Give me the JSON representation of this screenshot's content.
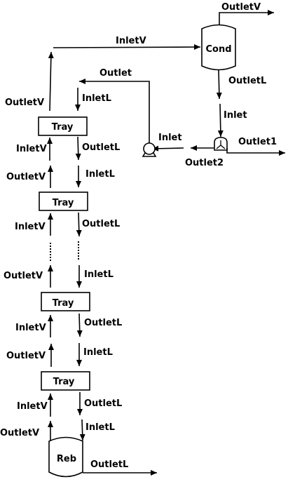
{
  "condenser": {
    "label": "Cond",
    "inlet_label": "InletV",
    "outlet_v_label": "OutletV",
    "outlet_l_label": "OutletL"
  },
  "splitter": {
    "inlet_label": "Inlet",
    "outlet1_label": "Outlet1",
    "outlet2_label": "Outlet2"
  },
  "pump": {
    "inlet_label": "Inlet",
    "outlet_label": "Outlet"
  },
  "trays": [
    {
      "label": "Tray",
      "outlet_v": "OutletV",
      "inlet_l": "InletL",
      "inlet_v": "InletV",
      "outlet_l": "OutletL"
    },
    {
      "label": "Tray",
      "outlet_v": "OutletV",
      "inlet_l": "InletL",
      "inlet_v": "InletV",
      "outlet_l": "OutletL"
    },
    {
      "label": "Tray",
      "outlet_v": "OutletV",
      "inlet_l": "InletL",
      "inlet_v": "InletV",
      "outlet_l": "OutletL"
    },
    {
      "label": "Tray",
      "outlet_v": "OutletV",
      "inlet_l": "InletL",
      "inlet_v": "InletV",
      "outlet_l": "OutletL"
    }
  ],
  "reboiler": {
    "label": "Reb",
    "outlet_v_label": "OutletV",
    "inlet_l_label": "InletL",
    "outlet_l_label": "OutletL"
  }
}
